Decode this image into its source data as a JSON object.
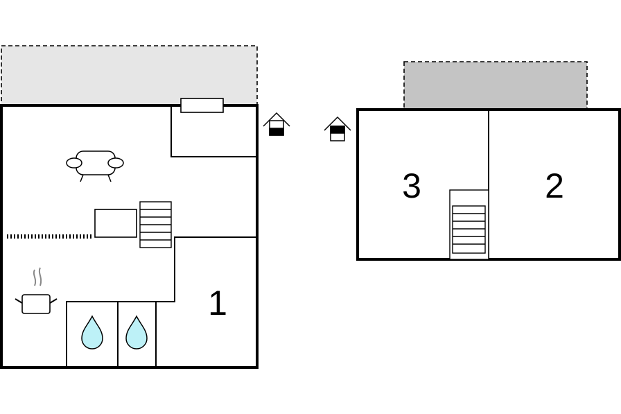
{
  "floor_plan": {
    "ground_floor": {
      "rooms": [
        {
          "number": "1"
        }
      ],
      "symbols": [
        "sofa-icon",
        "stairs-icon",
        "cooking-pot-icon",
        "water-drop-icon",
        "water-drop-icon",
        "floor-level-icon"
      ],
      "terrace": "dashed-outline"
    },
    "upper_floor": {
      "rooms": [
        {
          "number": "3"
        },
        {
          "number": "2"
        }
      ],
      "symbols": [
        "stairs-icon",
        "floor-level-icon"
      ],
      "balcony": "dashed-outline"
    },
    "colors": {
      "wall": "#000000",
      "terrace_fill": "#e6e6e6",
      "balcony_fill": "#c4c4c4",
      "water_fill": "#bdf1f7"
    }
  }
}
